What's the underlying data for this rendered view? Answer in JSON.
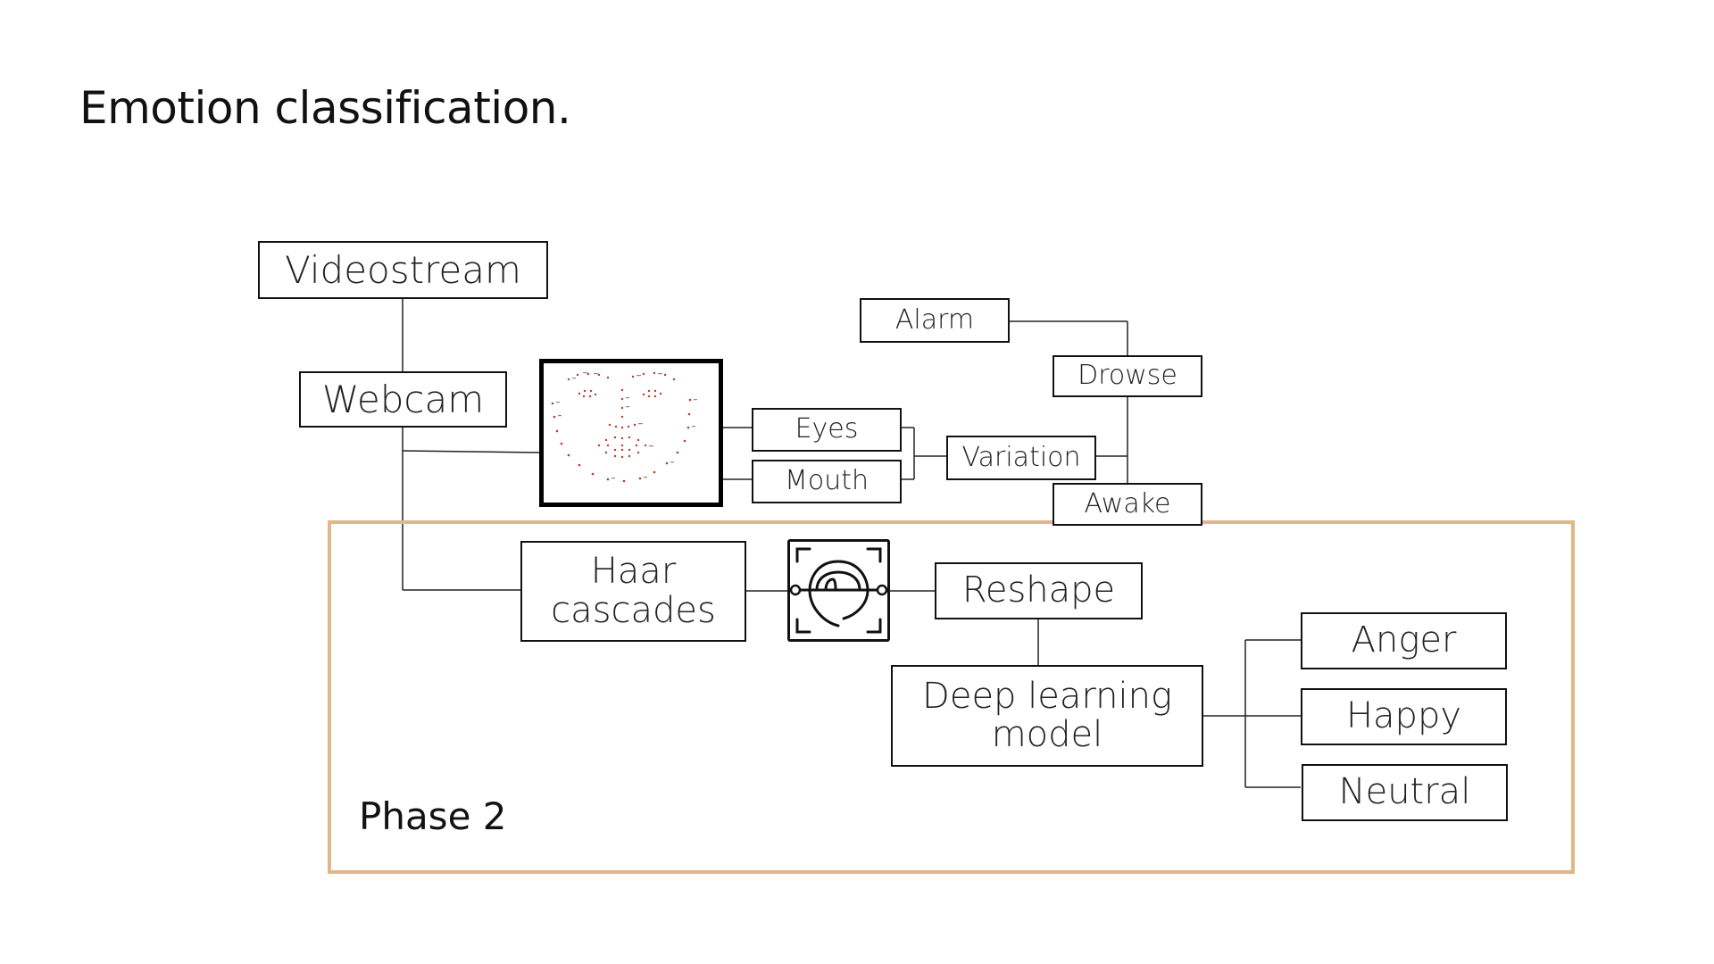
{
  "slide": {
    "title": "Emotion classification."
  },
  "diagram": {
    "nodes": {
      "videostream": "Videostream",
      "webcam": "Webcam",
      "eyes": "Eyes",
      "mouth": "Mouth",
      "variation": "Variation",
      "alarm": "Alarm",
      "drowse": "Drowse",
      "awake": "Awake",
      "haar_line1": "Haar",
      "haar_line2": "cascades",
      "reshape": "Reshape",
      "model_line1": "Deep learning",
      "model_line2": "model",
      "anger": "Anger",
      "happy": "Happy",
      "neutral": "Neutral"
    },
    "icons": {
      "landmarks": "facial-landmarks-plot-icon",
      "face": "face-detection-icon"
    },
    "phase": {
      "label": "Phase 2",
      "border_color": "#e0b787"
    }
  }
}
